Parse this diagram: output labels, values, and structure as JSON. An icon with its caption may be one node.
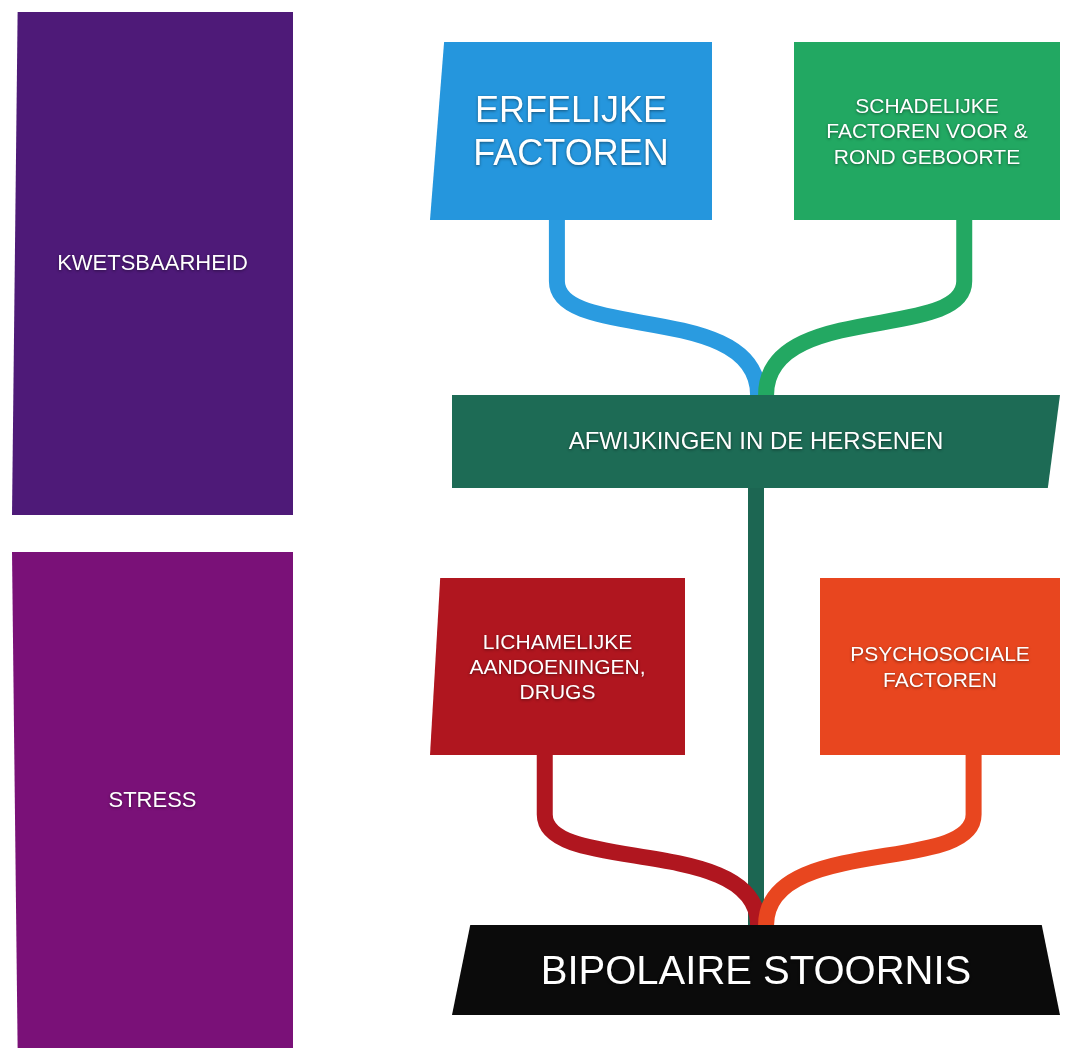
{
  "diagram": {
    "nodes": [
      {
        "text": [
          "KWETSBAARHEID"
        ]
      },
      {
        "text": [
          "STRESS"
        ]
      },
      {
        "text": [
          "ERFELIJKE FACTOREN"
        ]
      },
      {
        "text": [
          "SCHADELIJKE FACTOREN VOOR & ROND GEBOORTE"
        ]
      },
      {
        "text": [
          "AFWIJKINGEN IN DE HERSENEN"
        ]
      },
      {
        "text": [
          "LICHAMELIJKE AANDOENINGEN, DRUGS"
        ]
      },
      {
        "text": [
          "PSYCHOSOCIALE FACTOREN"
        ]
      },
      {
        "text": [
          "BIPOLAIRE STOORNIS"
        ]
      }
    ],
    "edges": [
      {
        "from": 2,
        "to": 4,
        "arrow": "none",
        "color": "#2a9be0"
      },
      {
        "from": 3,
        "to": 4,
        "arrow": "none",
        "color": "#23a862"
      },
      {
        "from": 4,
        "to": 7,
        "arrow": "none",
        "color": "#1c6652"
      },
      {
        "from": 5,
        "to": 7,
        "arrow": "none",
        "color": "#b0161f"
      },
      {
        "from": 6,
        "to": 7,
        "arrow": "none",
        "color": "#e8461f"
      }
    ]
  }
}
